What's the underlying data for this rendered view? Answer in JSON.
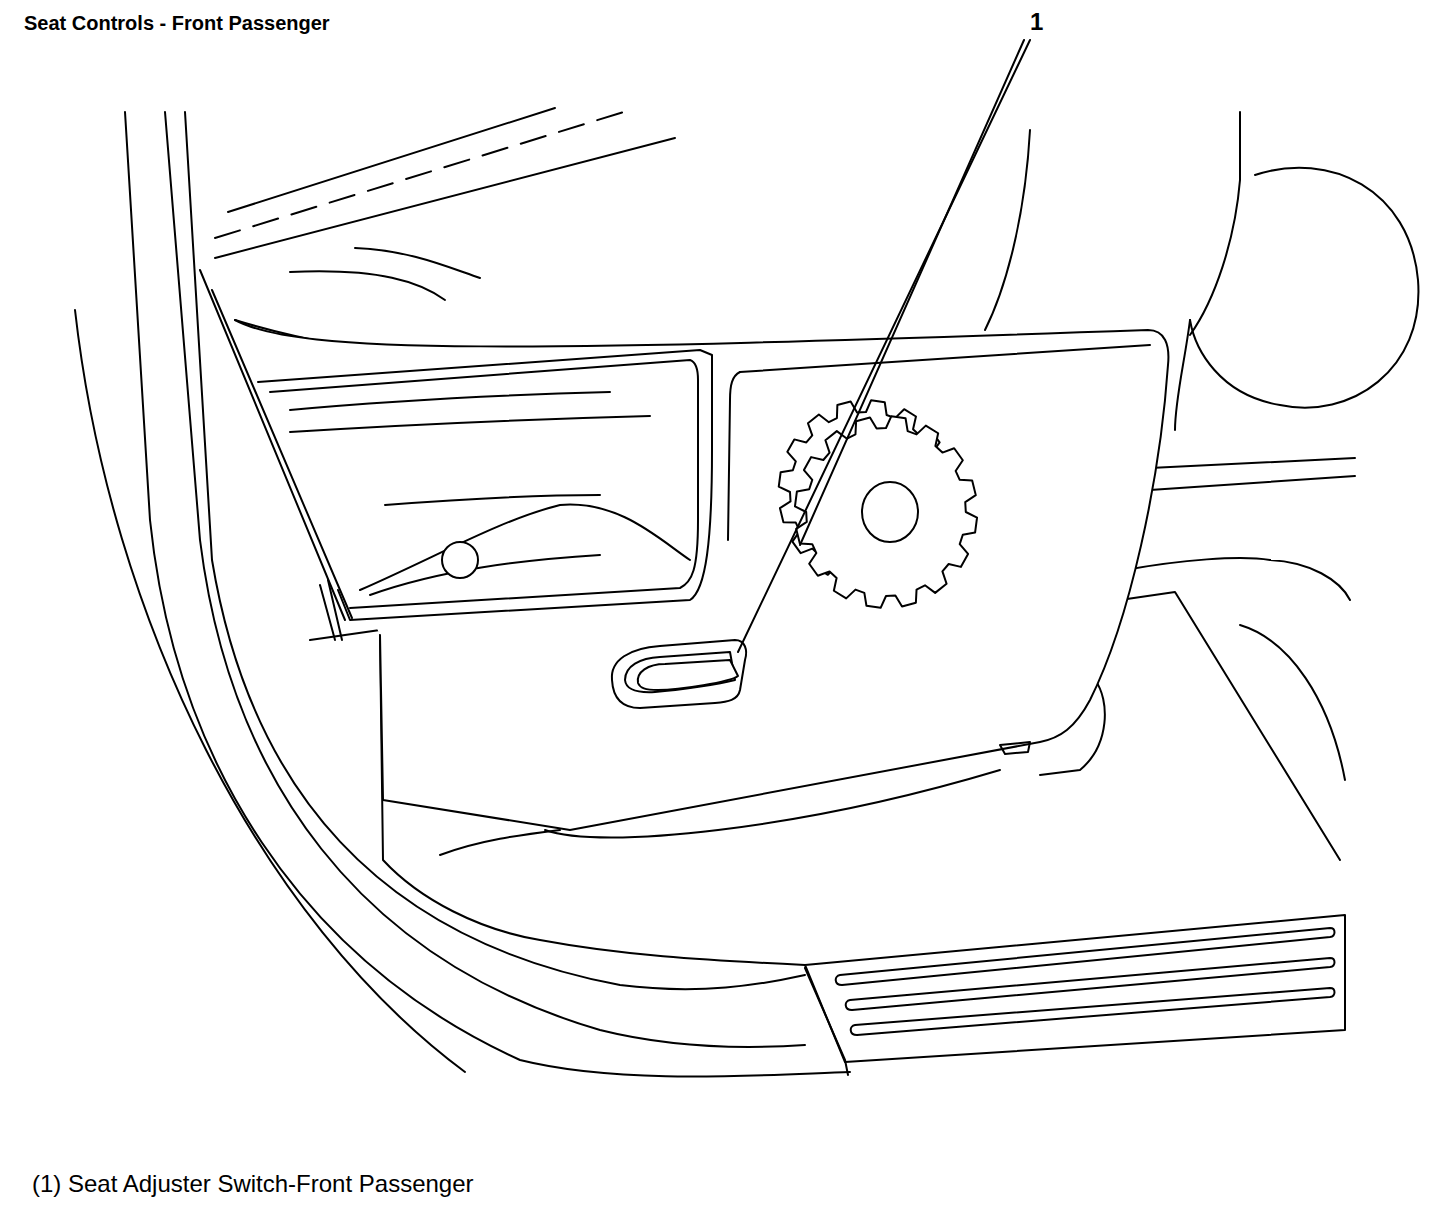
{
  "diagram": {
    "title": "Seat Controls - Front Passenger",
    "caption": "(1) Seat Adjuster Switch-Front Passenger",
    "labels": [
      "1"
    ]
  }
}
